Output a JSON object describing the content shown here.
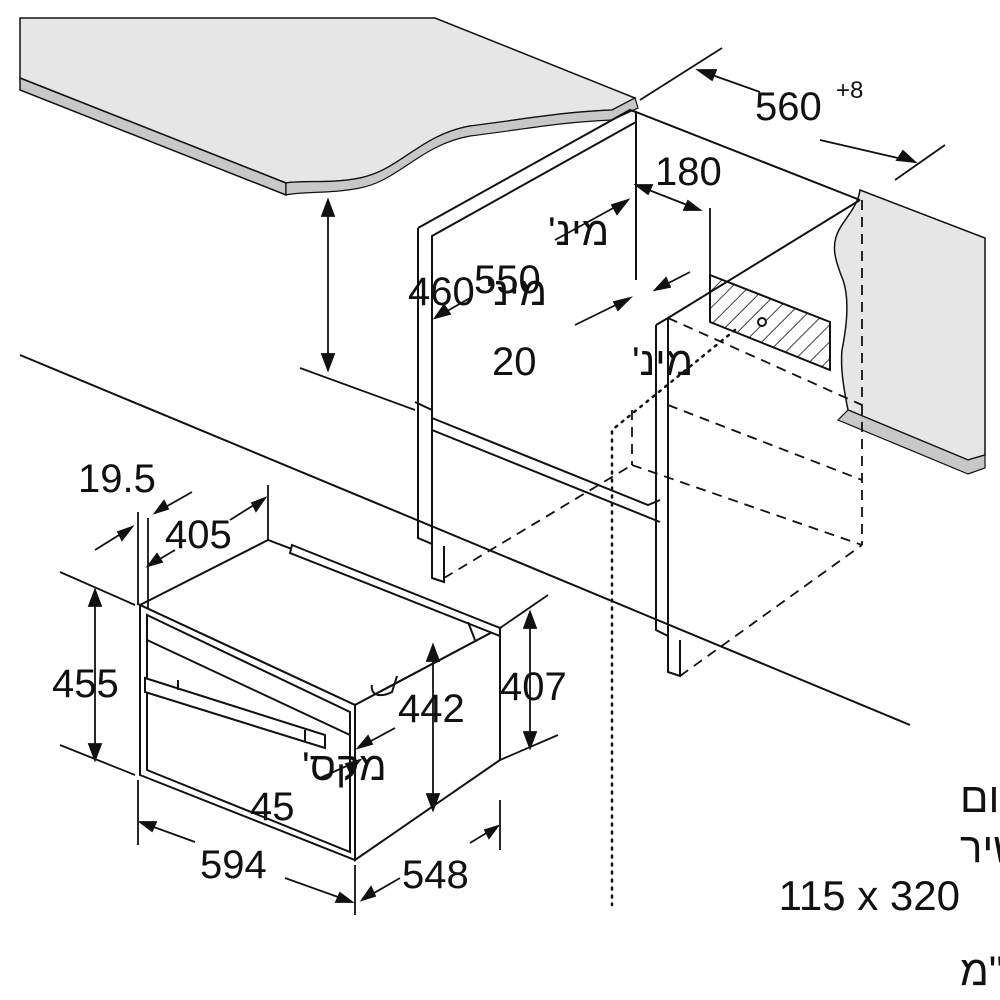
{
  "diagram": {
    "colors": {
      "line": "#111111",
      "worktop_fill": "#e6e6e6",
      "worktop_edge": "#c8c8c8",
      "hatch": "#111111",
      "background": "#ffffff"
    },
    "dimensions": {
      "width_niche": "560",
      "width_niche_tolerance": "+8",
      "d180": "180",
      "min_550_label": "מינ'",
      "min_550_value": "550",
      "min_460": "מינ' 460",
      "min_20_label": "מינ'",
      "min_20_value": "20",
      "d19_5": "19.5",
      "d405": "405",
      "d455": "455",
      "d442": "442",
      "d407": "407",
      "max_label": "מקס'",
      "max_value": "45",
      "d594": "594",
      "d548": "548"
    },
    "notes": {
      "connection_line1": "מקום",
      "connection_line2": "לחיבור המכשיר",
      "connection_line3": "115 x 320",
      "units": "מידות במ\"מ"
    }
  }
}
